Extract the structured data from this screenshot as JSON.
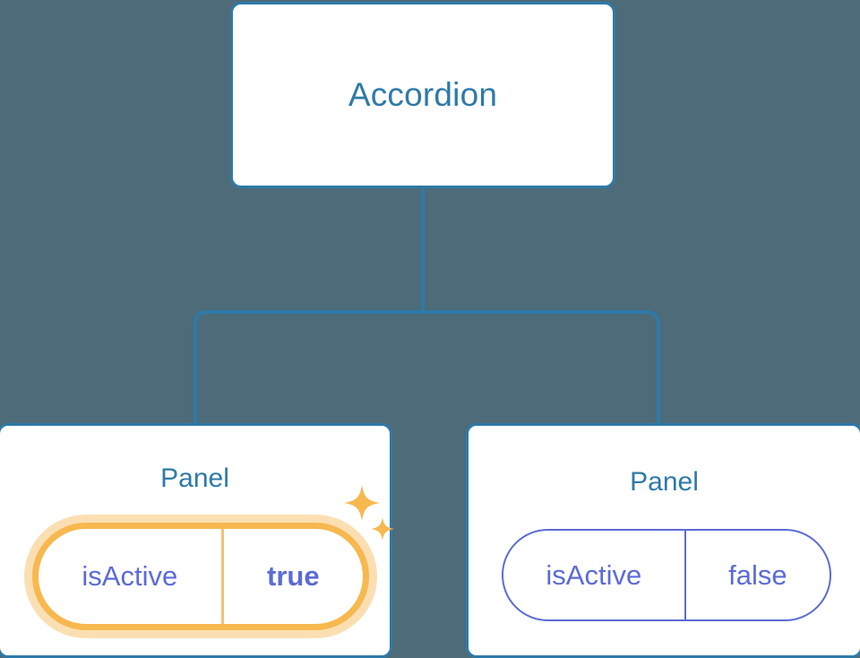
{
  "canvas": {
    "background_color": "#4d6b78",
    "connector_color": "#2e7aa8"
  },
  "tree": {
    "root": {
      "title": "Accordion",
      "title_color": "#2e7aa8",
      "border_color": "#2e7aa8",
      "background_color": "#ffffff"
    },
    "children": [
      {
        "title": "Panel",
        "title_color": "#2e7aa8",
        "border_color": "#2e7aa8",
        "background_color": "#ffffff",
        "highlighted": true,
        "prop": {
          "key": "isActive",
          "value": "true",
          "key_color": "#5c6bd6",
          "value_color": "#5c6bd6",
          "pill_border_color": "#f7b84f",
          "pill_glow_color": "#fbdfb2",
          "value_bold": true
        },
        "sparkle_color": "#f7b84f"
      },
      {
        "title": "Panel",
        "title_color": "#2e7aa8",
        "border_color": "#2e7aa8",
        "background_color": "#ffffff",
        "highlighted": false,
        "prop": {
          "key": "isActive",
          "value": "false",
          "key_color": "#5c6bd6",
          "value_color": "#5c6bd6",
          "pill_border_color": "#5c6bd6",
          "value_bold": false
        }
      }
    ]
  },
  "icons": {
    "sparkle_large": "sparkle-icon",
    "sparkle_small": "sparkle-icon"
  }
}
